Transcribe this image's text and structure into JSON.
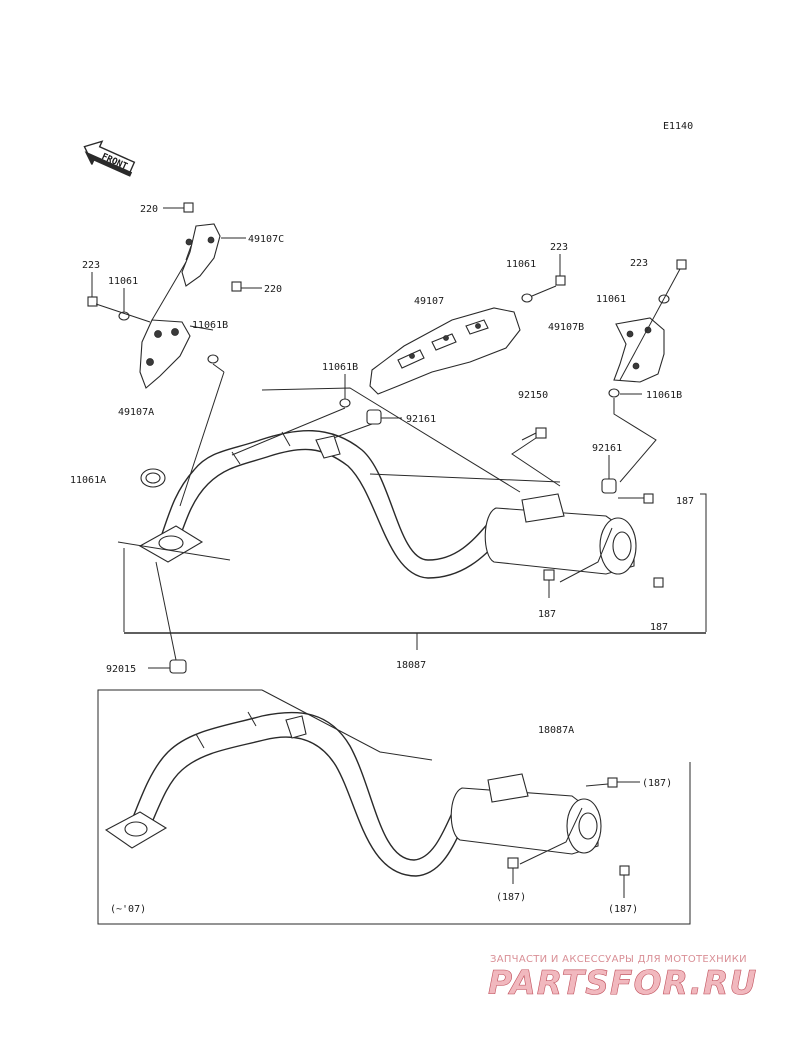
{
  "diagram_code": "E1140",
  "front_label": "FRONT",
  "labels": {
    "l220a": "220",
    "l49107c": "49107C",
    "l220b": "220",
    "l223a": "223",
    "l11061a": "11061",
    "l11061b1": "11061B",
    "l49107a": "49107A",
    "l11061a_big": "11061A",
    "l223b": "223",
    "l11061b": "11061",
    "l49107": "49107",
    "l11061b2": "11061B",
    "l92161a": "92161",
    "l223c": "223",
    "l11061c": "11061",
    "l49107b": "49107B",
    "l11061b3": "11061B",
    "l92150": "92150",
    "l92161b": "92161",
    "l187a": "187",
    "l187b": "187",
    "l187c": "187",
    "l18087": "18087",
    "l92015": "92015",
    "l18087a": "18087A",
    "l187p1": "(187)",
    "l187p2": "(187)",
    "l187p3": "(187)",
    "variant_note": "(~'07)"
  },
  "watermark": {
    "tagline": "ЗАПЧАСТИ И АКСЕССУАРЫ ДЛЯ МОТОТЕХНИКИ",
    "brand": "PARTSFOR.RU"
  }
}
